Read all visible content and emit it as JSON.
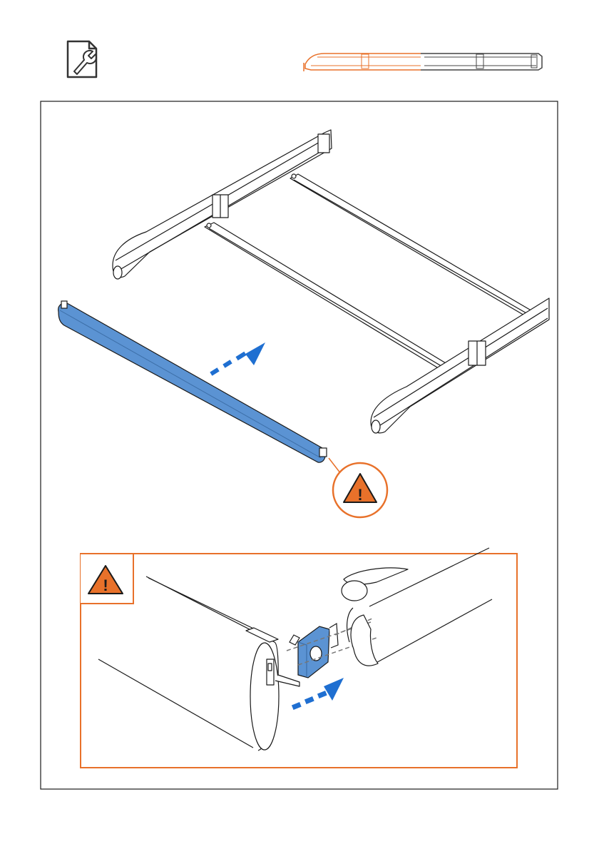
{
  "header": {
    "tool_icon": "wrench-document-icon",
    "overview_icon": "rail-overview-icon"
  },
  "colors": {
    "line": "#1a1a1a",
    "accent_orange": "#e8712a",
    "part_blue": "#5b93d3",
    "arrow_blue": "#1f6fd1",
    "warning_fill": "#e8712a"
  },
  "main_panel": {
    "frame_icon": "frame-rails-illustration",
    "roller_icon": "blue-roller-bar",
    "direction_icon": "insert-direction-arrow",
    "callout_icon": "warning-callout-icon",
    "callout_symbol": "!"
  },
  "detail_panel": {
    "badge_icon": "warning-triangle-icon",
    "badge_symbol": "!",
    "roller_end_icon": "roller-end-cap",
    "bracket_icon": "blue-mounting-bracket",
    "rail_icon": "rail-tube-profile",
    "direction_icon": "insert-direction-arrow"
  }
}
